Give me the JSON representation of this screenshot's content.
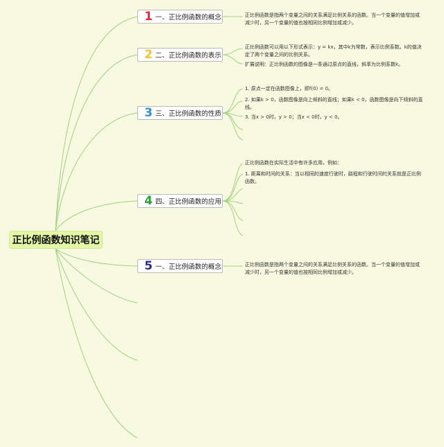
{
  "root": {
    "title": "正比例函数知识笔记"
  },
  "colors": {
    "background": "#f7f9e0",
    "root_fill": "#e4f6a8",
    "connector": "#9fd180",
    "num1": "#e8293a",
    "num2": "#f2c12e",
    "num3": "#2f8fd8",
    "num4": "#2e9e3a",
    "num5": "#2c2d8a"
  },
  "branches": [
    {
      "num": "1",
      "label": "一、正比例函数的概念",
      "notes": [
        "正比例函数是指两个变量之间的关系满足比例关系的函数。当一个变量的值增加或减少时，另一个变量的值也按相同比例增加或减少。"
      ]
    },
    {
      "num": "2",
      "label": "二、正比例函数的表示",
      "notes": [
        "正比例函数可以用以下形式表示：y = kx，其中k为常数，表示比例系数。k的值决定了两个变量之间的比例关系。",
        "扩展说明：正比例函数的图像是一条通过原点的直线，斜率为比例系数k。"
      ]
    },
    {
      "num": "3",
      "label": "三、正比例函数的性质",
      "notes": [
        "1. 原点一定在函数图像上，即f(0) = 0。",
        "2. 如果k > 0，函数图像是向上倾斜的直线；如果k < 0，函数图像是向下倾斜的直线。",
        "3. 当x > 0时，y > 0；当x < 0时，y < 0。"
      ]
    },
    {
      "num": "4",
      "label": "四、正比例函数的应用",
      "notes": [
        "正比例函数在实际生活中有许多应用，例如：",
        "1. 距离和时间的关系：当以相同的速度行驶时，路程和行驶时间的关系就是正比例函数。"
      ]
    },
    {
      "num": "5",
      "label": "一、正比例函数的概念",
      "notes": [
        "正比例函数是指两个变量之间的关系满足比例关系的函数。当一个变量的值增加或减少时，另一个变量的值也按相同比例增加或减少。"
      ]
    }
  ]
}
